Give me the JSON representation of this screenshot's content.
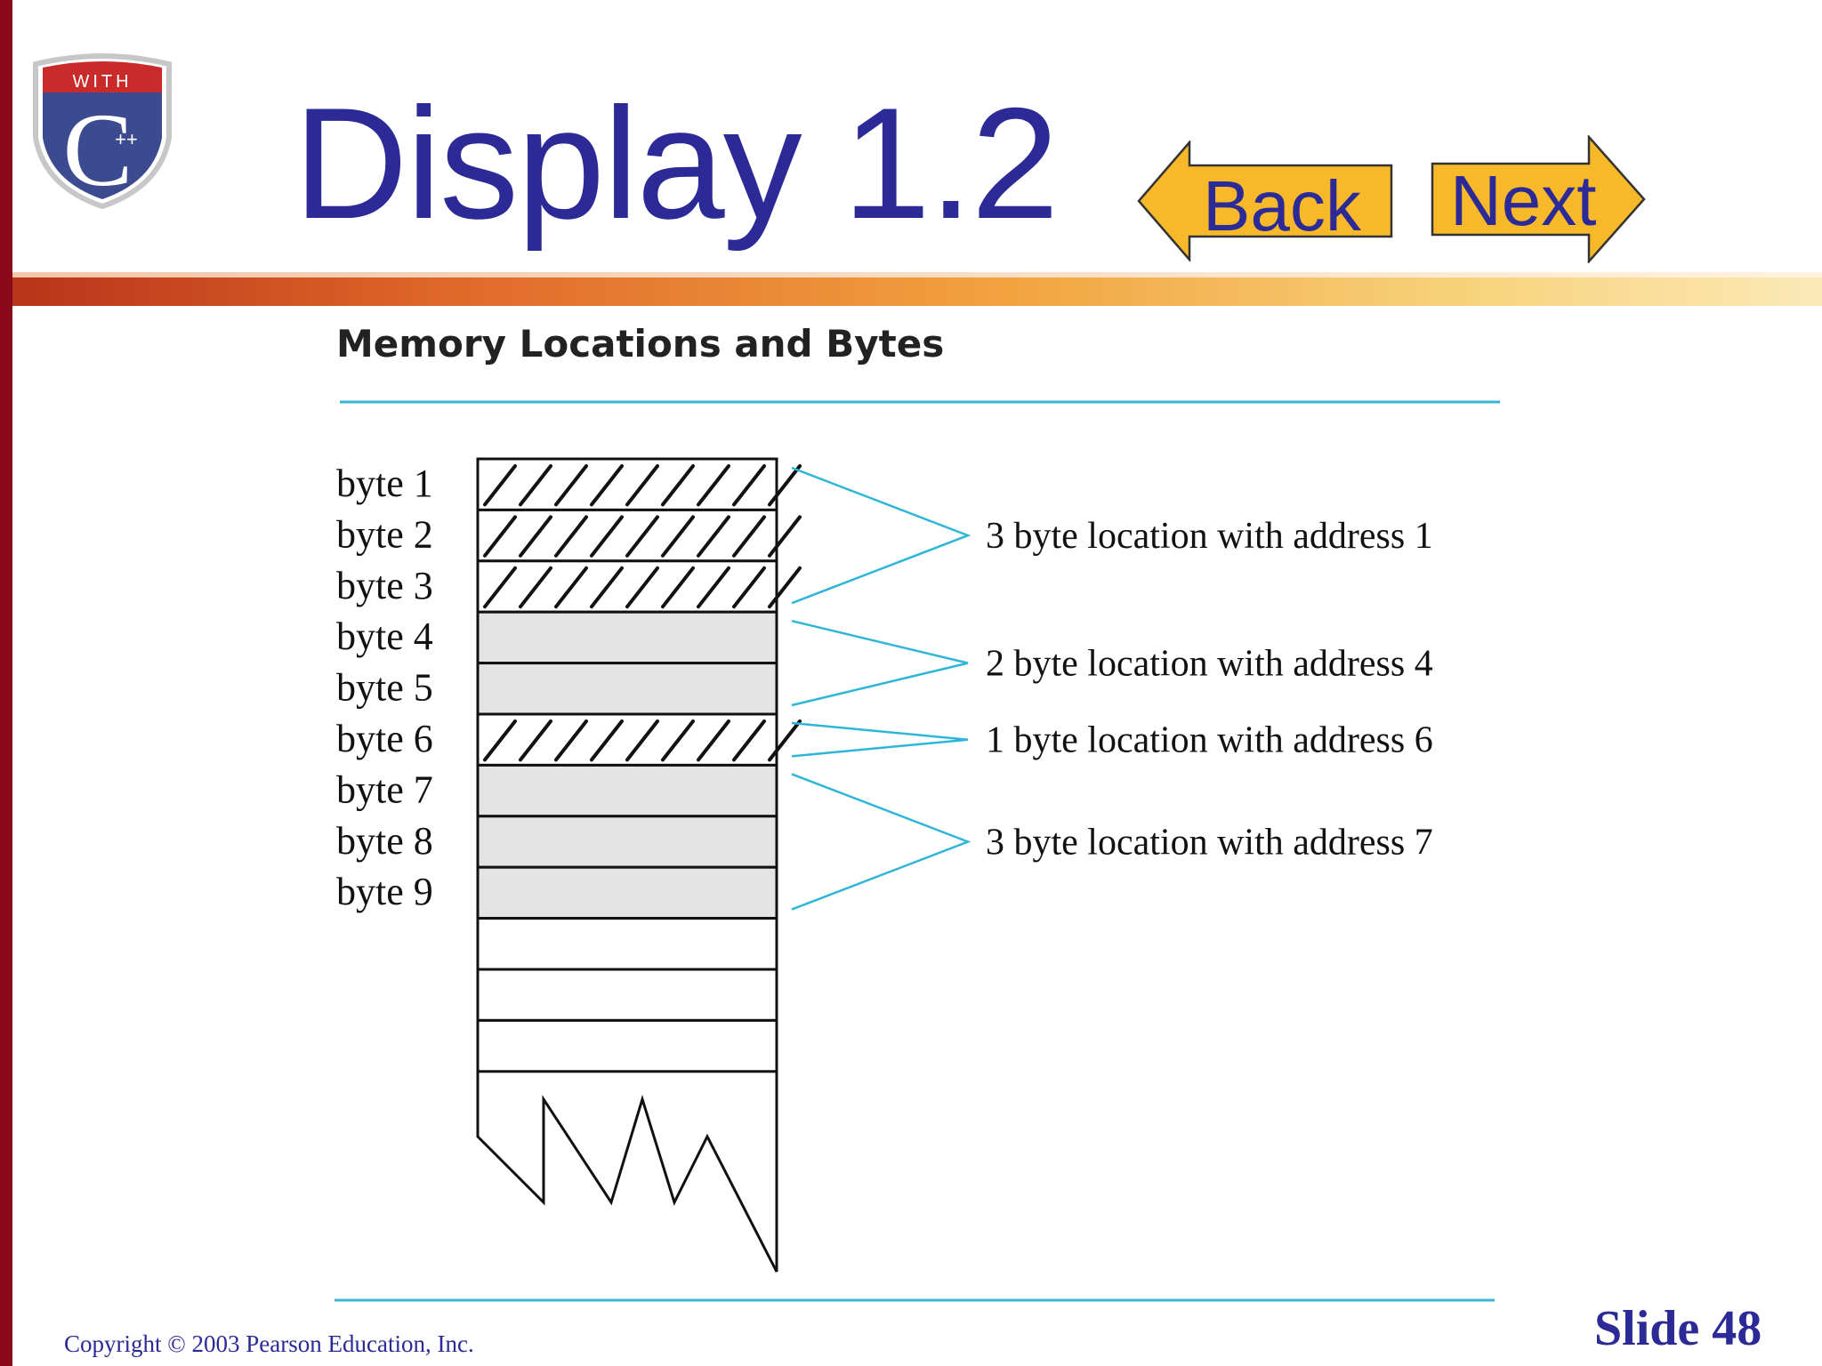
{
  "slide": {
    "title": "Display 1.2",
    "back_label": "Back",
    "next_label": "Next",
    "logo_text_top": "WITH",
    "logo_text_plus": "++",
    "logo_letter": "C",
    "heading": "Memory Locations and Bytes",
    "copyright": "Copyright © 2003 Pearson Education, Inc.",
    "slide_number": "Slide 48"
  },
  "colors": {
    "title": "#2b2a96",
    "button_fill": "#f7b92a",
    "pointer_line": "#2fb5d6",
    "rule_line": "#36b7d4",
    "shaded_cell": "#e4e4e4",
    "left_strip": "#8b0a1a"
  },
  "memory": {
    "bytes": [
      {
        "label": "byte 1",
        "style": "hatched"
      },
      {
        "label": "byte 2",
        "style": "hatched"
      },
      {
        "label": "byte 3",
        "style": "hatched"
      },
      {
        "label": "byte 4",
        "style": "shaded"
      },
      {
        "label": "byte 5",
        "style": "shaded"
      },
      {
        "label": "byte 6",
        "style": "hatched"
      },
      {
        "label": "byte 7",
        "style": "shaded"
      },
      {
        "label": "byte 8",
        "style": "shaded"
      },
      {
        "label": "byte 9",
        "style": "shaded"
      },
      {
        "label": "",
        "style": "empty"
      },
      {
        "label": "",
        "style": "empty"
      },
      {
        "label": "",
        "style": "empty"
      }
    ],
    "locations": [
      {
        "text": "3 byte location with address 1",
        "first_byte": 1,
        "last_byte": 3
      },
      {
        "text": "2 byte location with address 4",
        "first_byte": 4,
        "last_byte": 5
      },
      {
        "text": "1 byte location with address 6",
        "first_byte": 6,
        "last_byte": 6
      },
      {
        "text": "3 byte location with address 7",
        "first_byte": 7,
        "last_byte": 9
      }
    ]
  }
}
